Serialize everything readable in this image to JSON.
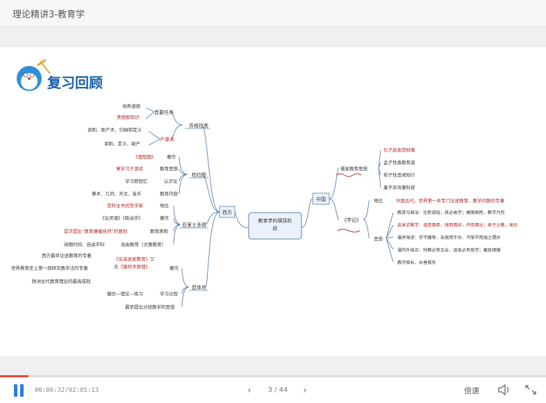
{
  "window": {
    "title": "理论精讲3-教育学"
  },
  "slide": {
    "heading": "复习回顾",
    "center": "教育学的萌芽阶段",
    "west": {
      "label": "西方",
      "socrates": {
        "label": "苏格拉底",
        "task_label": "首要任务",
        "tasks": [
          "培养道德",
          "美德即知识"
        ],
        "method_label": "产婆术",
        "methods": [
          "讽刺、助产术、归纳和定义",
          "讽刺、定义、助产"
        ]
      },
      "plato": {
        "label": "柏拉图",
        "items": [
          {
            "left": "《理想国》",
            "right": "著作"
          },
          {
            "left": "寓学习于游戏",
            "right": "教育思想"
          },
          {
            "left": "学习即回忆",
            "right": "认识论"
          },
          {
            "left": "算术、几何、天文、音乐",
            "right": "教育内容"
          }
        ]
      },
      "aristotle": {
        "label": "亚里士多德",
        "items": [
          {
            "left": "百科全书式哲学家",
            "right": "地位"
          },
          {
            "left": "《论灵魂》《政治学》",
            "right": "著作"
          },
          {
            "left": "首次提出“教育遵循自然”的原则",
            "right": "教育原则"
          },
          {
            "left": "闲暇时间、自由学科",
            "right": "自由教育（文雅教育）"
          }
        ]
      },
      "quintilian": {
        "label": "昆体良",
        "works_label": "著作",
        "works": "《论演说家教育》又名《雄辩术原理》",
        "works_notes": [
          "西方最早论述教育的专著",
          "世界教育史上第一部研究教学法的专著",
          "欧洲古代教育理论的最高成就"
        ],
        "learning_label": "学习过程",
        "learning": "模仿—理论—练习",
        "last": "最早提出分班教学的思想"
      }
    },
    "east": {
      "label": "中国",
      "confucian": {
        "label": "儒家教育思想",
        "items": [
          "孔子启发因材施",
          "孟子性善教育道",
          "荀子性恶闻知行",
          "墨子非攻兼科技"
        ]
      },
      "xueji": {
        "label": "《学记》",
        "status_label": "地位",
        "status": "中国古代、世界第一本专门论述教育、教学问题的专著",
        "thought_label": "思想",
        "thoughts": [
          "教育与政治：化民成俗，其必由学；建国君民，教学为先",
          "启发式教学：道而弗牵，强而弗抑，开而弗达；君子之教，喻也",
          "循序渐进：学不躐等、杂施而不孙、不陵节而施之谓孙",
          "课内外结合：时教必有正业，退息必有居学；藏息相辅",
          "教学相长、长善救失"
        ]
      }
    }
  },
  "player": {
    "time": "00:06:32/02:05:13",
    "progress": 0.052,
    "page": "3 / 44",
    "prev_icon": "chevron-left-icon",
    "next_icon": "chevron-right-icon",
    "speed": "倍速",
    "volume_icon": "speaker-icon",
    "fullscreen_icon": "fullscreen-icon",
    "accent": "#2e7be6",
    "progress_color": "#e8452f"
  }
}
